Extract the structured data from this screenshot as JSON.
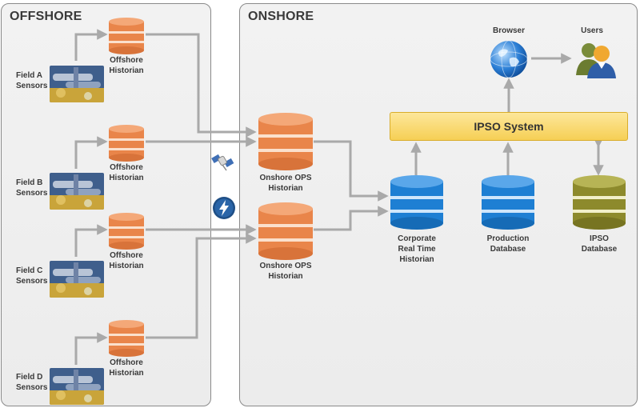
{
  "offshore": {
    "title": "OFFSHORE",
    "fields": [
      {
        "sensor_label": "Field A\nSensors",
        "historian_label": "Offshore\nHistorian"
      },
      {
        "sensor_label": "Field B\nSensors",
        "historian_label": "Offshore\nHistorian"
      },
      {
        "sensor_label": "Field C\nSensors",
        "historian_label": "Offshore\nHistorian"
      },
      {
        "sensor_label": "Field D\nSensors",
        "historian_label": "Offshore\nHistorian"
      }
    ]
  },
  "onshore": {
    "title": "ONSHORE",
    "ops_historians": [
      "Onshore OPS\nHistorian",
      "Onshore OPS\nHistorian"
    ],
    "corporate_historian": "Corporate\nReal Time\nHistorian",
    "production_database": "Production\nDatabase",
    "ipso_database": "IPSO\nDatabase",
    "ipso_system": "IPSO System",
    "browser": "Browser",
    "users": "Users"
  },
  "colors": {
    "orange_db": "#e9854a",
    "blue_db": "#1e7fd3",
    "olive_db": "#8d8a2c",
    "ipso_box": "#f8d66b",
    "connector": "#a9a9a9"
  },
  "icons": [
    "satellite-icon",
    "lightning-icon",
    "globe-icon",
    "users-icon",
    "sensor-photo"
  ]
}
